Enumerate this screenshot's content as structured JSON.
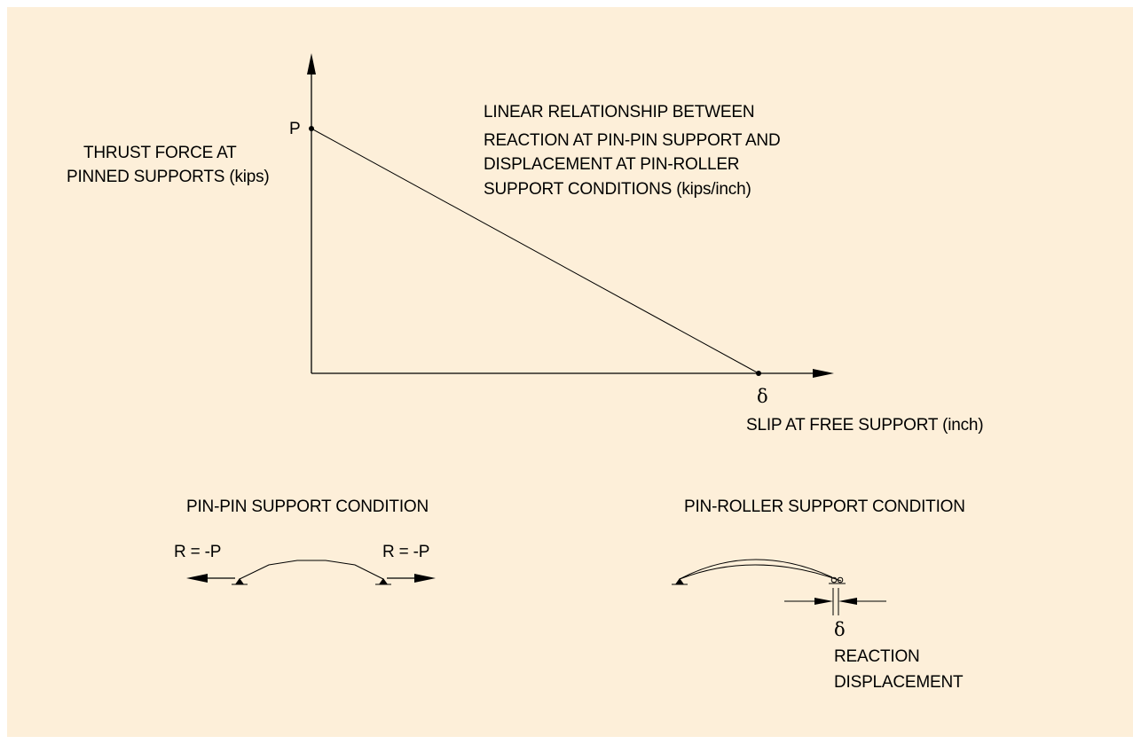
{
  "colors": {
    "background": "#fdefd9",
    "ink": "#000000"
  },
  "graph": {
    "y_point_label": "P",
    "y_axis_label_line1": "THRUST FORCE AT",
    "y_axis_label_line2": "PINNED SUPPORTS (kips)",
    "x_point_label": "δ",
    "x_axis_label": "SLIP AT FREE SUPPORT (inch)",
    "annotation_lines": [
      "LINEAR RELATIONSHIP BETWEEN",
      "REACTION AT PIN-PIN SUPPORT AND",
      "DISPLACEMENT AT PIN-ROLLER",
      "SUPPORT CONDITIONS (kips/inch)"
    ]
  },
  "pin_pin": {
    "title": "PIN-PIN SUPPORT CONDITION",
    "left_reaction": "R = -P",
    "right_reaction": "R = -P"
  },
  "pin_roller": {
    "title": "PIN-ROLLER SUPPORT CONDITION",
    "delta": "δ",
    "caption_line1": "REACTION",
    "caption_line2": "DISPLACEMENT"
  }
}
